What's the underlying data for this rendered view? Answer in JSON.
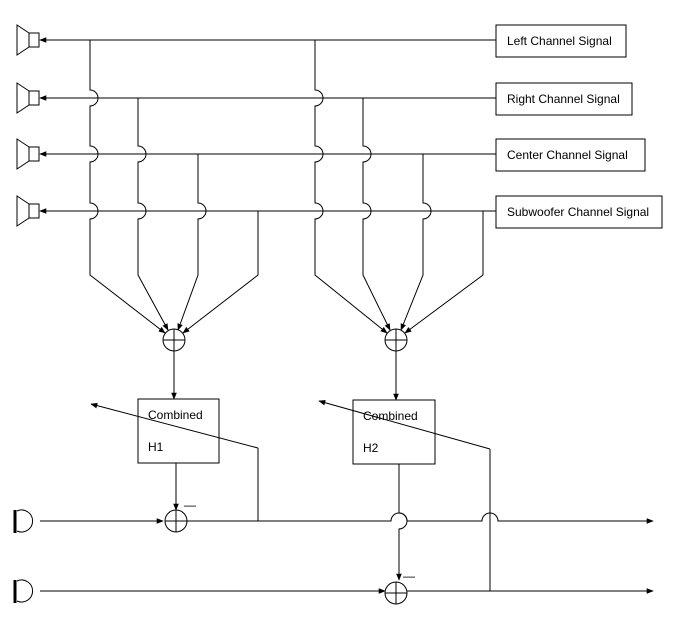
{
  "signals": [
    {
      "label": "Left Channel Signal"
    },
    {
      "label": "Right Channel Signal"
    },
    {
      "label": "Center Channel Signal"
    },
    {
      "label": "Subwoofer Channel Signal"
    }
  ],
  "filters": [
    {
      "line1": "Combined",
      "line2": "H1"
    },
    {
      "line1": "Combined",
      "line2": "H2"
    }
  ],
  "subtract_sign": "—",
  "colors": {
    "line": "#000000",
    "background": "#ffffff"
  }
}
